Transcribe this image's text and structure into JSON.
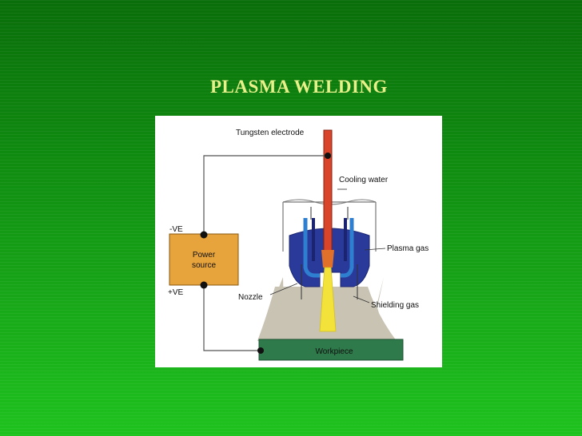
{
  "slide": {
    "title": "PLASMA WELDING"
  },
  "diagram": {
    "labels": {
      "tungsten_electrode": "Tungsten electrode",
      "cooling_water": "Cooling water",
      "plasma_gas": "Plasma gas",
      "shielding_gas": "Shielding gas",
      "nozzle": "Nozzle",
      "workpiece": "Workpiece",
      "power_source_line1": "Power",
      "power_source_line2": "source",
      "negative_terminal": "-VE",
      "positive_terminal": "+VE"
    },
    "colors": {
      "electrode": "#d8452a",
      "nozzle_body": "#2a3a9a",
      "cooling_channel": "#2f7fd0",
      "plasma_arc": "#f2e23a",
      "shielding_gas": "#c9c3b4",
      "workpiece": "#2e7a4a",
      "power_source": "#e7a33c"
    }
  }
}
